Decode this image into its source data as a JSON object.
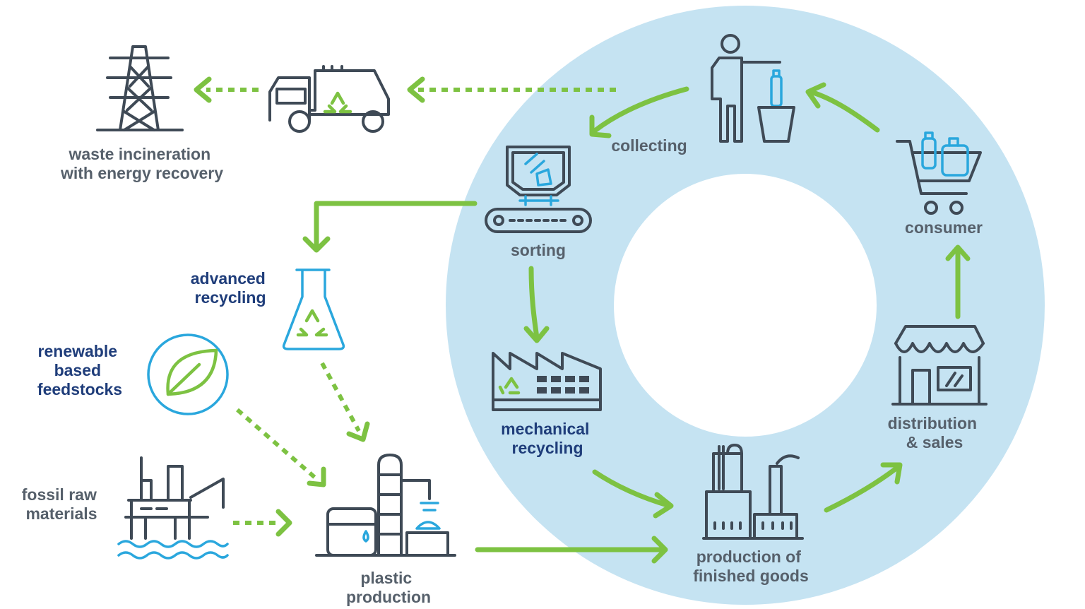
{
  "colors": {
    "ring": "#c5e3f2",
    "arrow_green": "#7dc242",
    "icon_gray": "#3f4a56",
    "accent_blue": "#2aa7dd",
    "label_gray": "#56606b",
    "label_navy": "#1f3d7a"
  },
  "nodes": {
    "collecting": {
      "icon": "person-trash-bin-icon",
      "lines": [
        "collecting"
      ]
    },
    "consumer": {
      "icon": "shopping-cart-icon",
      "lines": [
        "consumer"
      ]
    },
    "distribution": {
      "icon": "store-icon",
      "lines": [
        "distribution",
        "& sales"
      ]
    },
    "production": {
      "icon": "factory-plant-icon",
      "lines": [
        "production of",
        "finished goods"
      ]
    },
    "mechanical": {
      "icon": "recycling-factory-icon",
      "lines": [
        "mechanical",
        "recycling"
      ]
    },
    "sorting": {
      "icon": "conveyor-sorting-icon",
      "lines": [
        "sorting"
      ]
    },
    "advanced": {
      "icon": "flask-recycle-icon",
      "lines": [
        "advanced",
        "recycling"
      ]
    },
    "renewable": {
      "icon": "leaf-circle-icon",
      "lines": [
        "renewable",
        "based",
        "feedstocks"
      ]
    },
    "fossil": {
      "icon": "oil-rig-icon",
      "lines": [
        "fossil raw",
        "materials"
      ]
    },
    "plastic": {
      "icon": "plastic-plant-icon",
      "lines": [
        "plastic",
        "production"
      ]
    },
    "waste": {
      "icon": "power-tower-icon",
      "lines": [
        "waste incineration",
        "with energy recovery"
      ]
    },
    "truck": {
      "icon": "garbage-truck-icon"
    }
  }
}
